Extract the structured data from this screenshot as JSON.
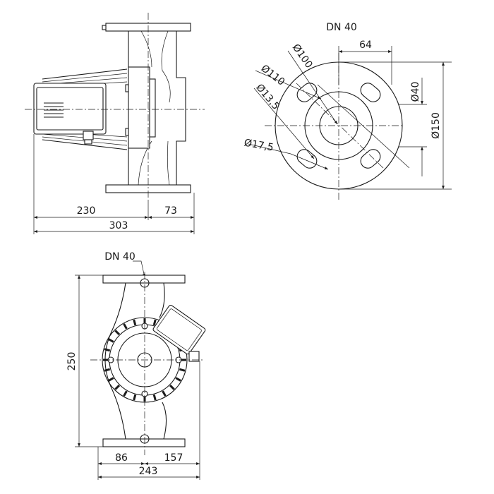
{
  "side_view": {
    "dim_body": "230",
    "dim_flange": "73",
    "dim_total": "303"
  },
  "flange_view": {
    "label": "DN 40",
    "dia_bolt_circle": "Ø100",
    "dia_bolt_circle_alt": "Ø110",
    "dia_hole_small": "Ø13,5",
    "dia_hole_large": "Ø17,5",
    "dim_spacing": "64",
    "dia_bore": "Ø40",
    "dia_outer": "Ø150"
  },
  "front_view": {
    "label": "DN 40",
    "dim_height": "250",
    "dim_left": "86",
    "dim_right": "157",
    "dim_total": "243"
  }
}
